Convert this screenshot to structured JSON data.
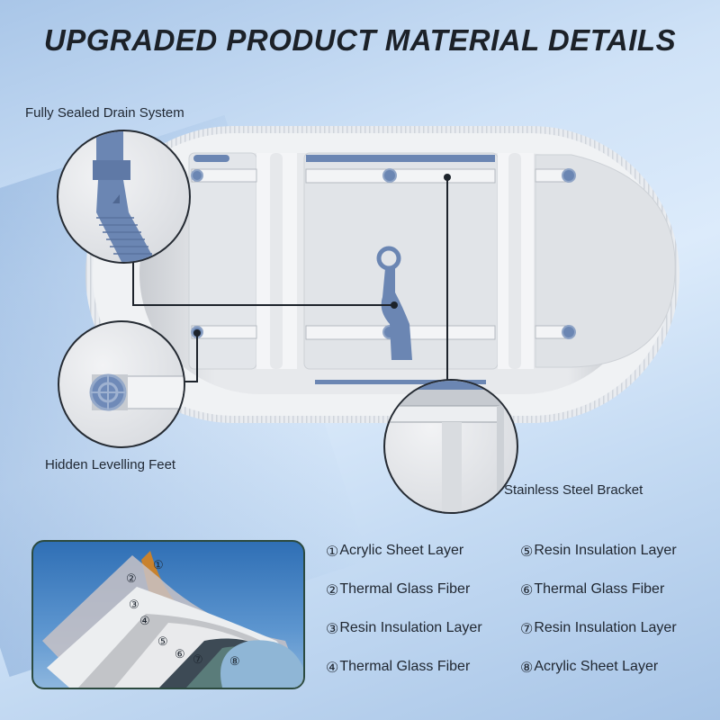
{
  "title": "UPGRADED PRODUCT MATERIAL DETAILS",
  "callouts": {
    "drain": "Fully Sealed Drain System",
    "feet": "Hidden Levelling Feet",
    "bracket": "Stainless Steel Bracket"
  },
  "layers_image": {
    "markers": [
      "①",
      "②",
      "③",
      "④",
      "⑤",
      "⑥",
      "⑦",
      "⑧"
    ]
  },
  "legend": {
    "left": [
      {
        "num": "①",
        "label": "Acrylic Sheet Layer"
      },
      {
        "num": "②",
        "label": "Thermal Glass Fiber"
      },
      {
        "num": "③",
        "label": "Resin Insulation Layer"
      },
      {
        "num": "④",
        "label": "Thermal Glass Fiber"
      }
    ],
    "right": [
      {
        "num": "⑤",
        "label": "Resin Insulation Layer"
      },
      {
        "num": "⑥",
        "label": "Thermal Glass Fiber"
      },
      {
        "num": "⑦",
        "label": "Resin Insulation Layer"
      },
      {
        "num": "⑧",
        "label": "Acrylic Sheet Layer"
      }
    ]
  },
  "colors": {
    "accent_blue": "#6b86b3",
    "tub_white": "#eef0f3",
    "acrylic_orange": "#c9822d"
  }
}
